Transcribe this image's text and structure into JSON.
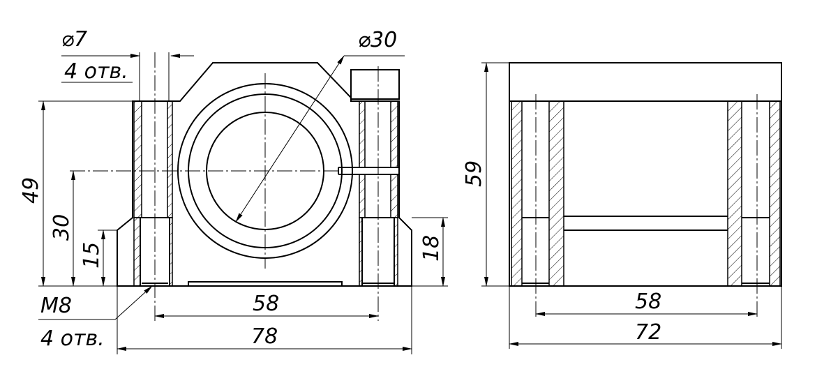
{
  "drawing": {
    "front_view": {
      "hole_diameter": "⌀7",
      "hole_count": "4 отв.",
      "bore_diameter": "⌀30",
      "height_total": "49",
      "axis_height": "30",
      "flange_height": "15",
      "thread": "M8",
      "thread_count": "4 отв.",
      "hole_spacing": "58",
      "width_total": "78",
      "side_height": "18"
    },
    "side_view": {
      "height_total": "59",
      "hole_spacing": "58",
      "length_total": "72"
    }
  }
}
